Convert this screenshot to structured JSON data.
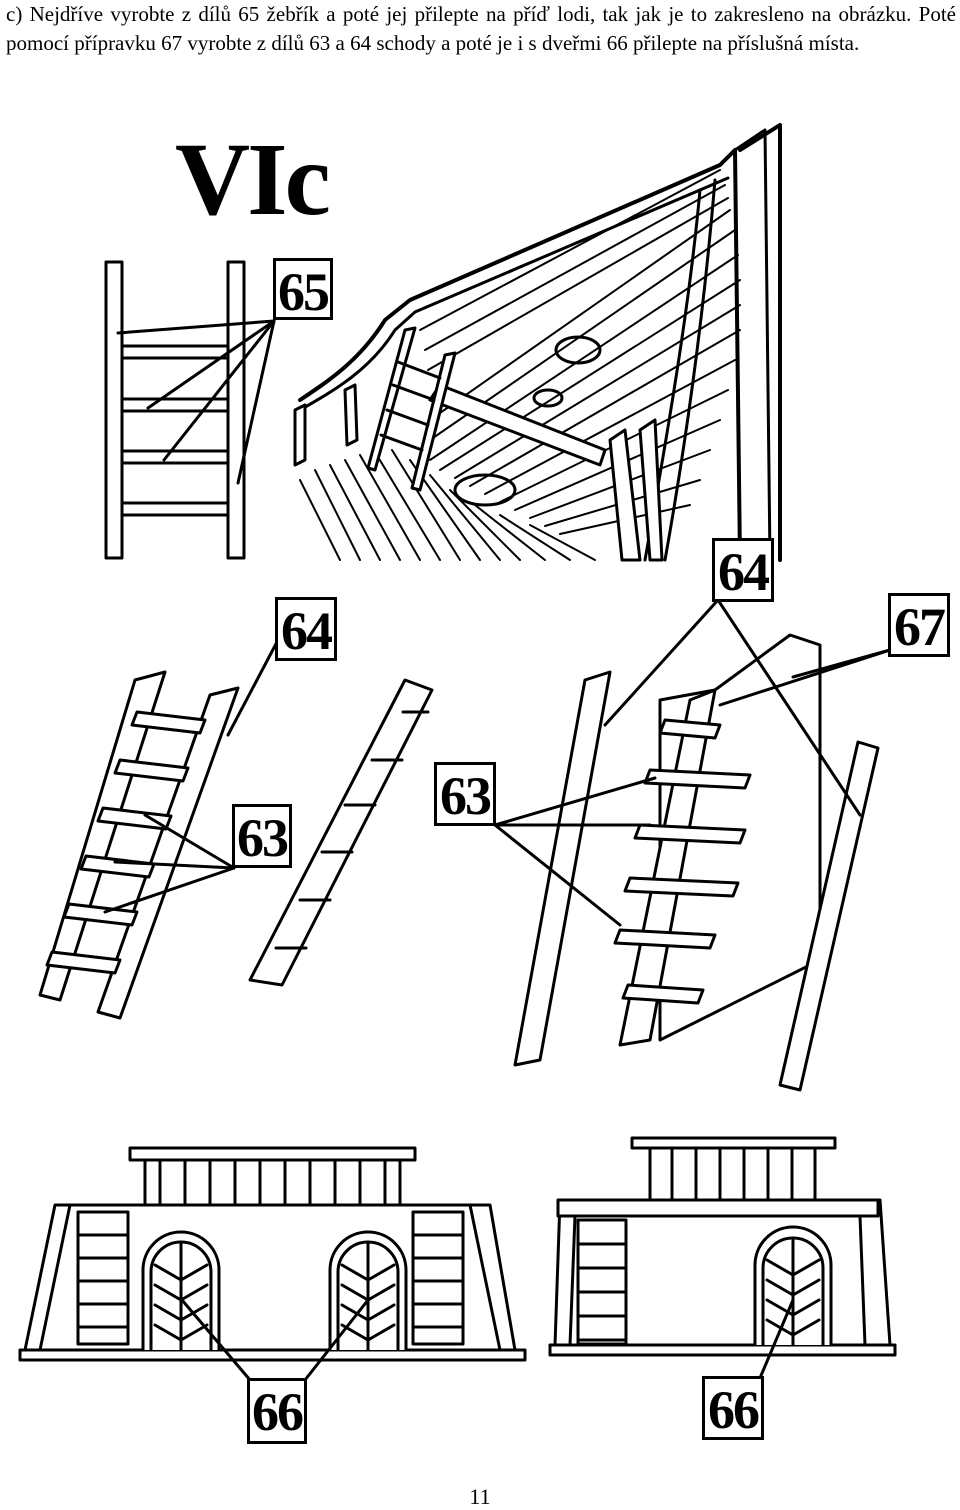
{
  "instructions": {
    "text": "c) Nejdříve vyrobte z dílů 65 žebřík a poté jej přilepte na příď lodi, tak jak je to zakresleno na obrázku. Poté pomocí přípravku 67 vyrobte z dílů 63 a 64 schody a poté je i s dveřmi 66 přilepte na příslušná místa."
  },
  "figure": {
    "section_title": "VIc",
    "labels": {
      "ladder": "65",
      "stair_rails_left": "64",
      "stair_treads_left": "63",
      "stair_rails_right": "64",
      "jig": "67",
      "stair_treads_right": "63",
      "doors_left": "66",
      "doors_right": "66"
    }
  },
  "page": {
    "number": "11"
  }
}
